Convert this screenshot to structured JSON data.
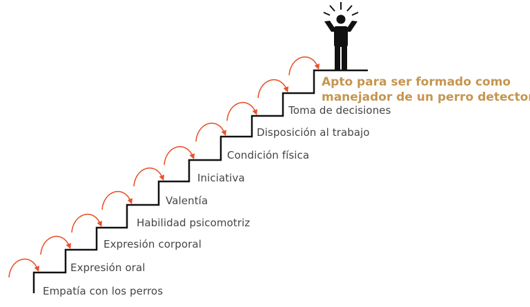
{
  "steps": [
    {
      "label": "Empatía con los perros"
    },
    {
      "label": "Expresión oral"
    },
    {
      "label": "Expresión corporal"
    },
    {
      "label": "Habilidad psicomotriz"
    },
    {
      "label": "Valentía"
    },
    {
      "label": "Iniciativa"
    },
    {
      "label": "Condición física"
    },
    {
      "label": "Disposición al trabajo"
    },
    {
      "label": "Toma de decisiones"
    }
  ],
  "goal": {
    "line1": "Apto para ser formado como",
    "line2": "manejador de un perro detector"
  },
  "colors": {
    "stair": "#111111",
    "arrow": "#E8522B",
    "goal_text": "#C5954F",
    "step_text": "#444444",
    "figure": "#111111"
  },
  "icons": {
    "figure": "celebrating-person-icon",
    "arrow": "curved-arrow-icon"
  }
}
